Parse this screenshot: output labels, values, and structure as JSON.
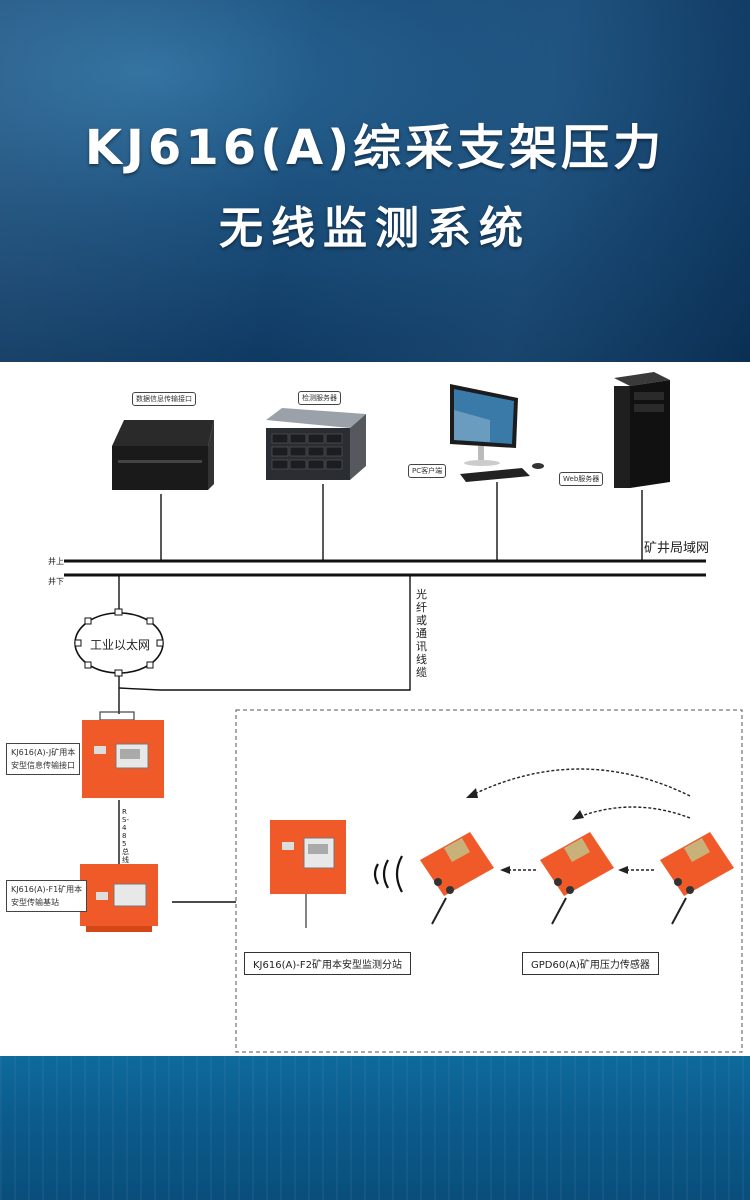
{
  "header": {
    "title_line1": "KJ616(A)综采支架压力",
    "title_line2": "无线监测系统"
  },
  "diagram": {
    "device_tags": {
      "interface": "数据信息传输接口",
      "server": "检测服务器",
      "pc_client": "PC客户端",
      "web_server": "Web服务器"
    },
    "network_label": "矿井局域网",
    "above_ground": "井上",
    "below_ground": "井下",
    "ethernet_label": "工业以太网",
    "fiber_label": "光纤或通讯线缆",
    "rs485_label": "RS-485总线",
    "interface_box_label": "KJ616(A)-J矿用本安型信息传输接口",
    "interface_box_label_lines": [
      "KJ616(A)-J矿用本",
      "安型信息传输接口"
    ],
    "substation_label_lines": [
      "KJ616(A)-F1矿用本",
      "安型传输基站"
    ],
    "monitor_substation_label": "KJ616(A)-F2矿用本安型监测分站",
    "sensor_label": "GPD60(A)矿用压力传感器"
  },
  "colors": {
    "device_orange": "#f05a28",
    "line": "#111111",
    "header_text": "#ffffff"
  }
}
